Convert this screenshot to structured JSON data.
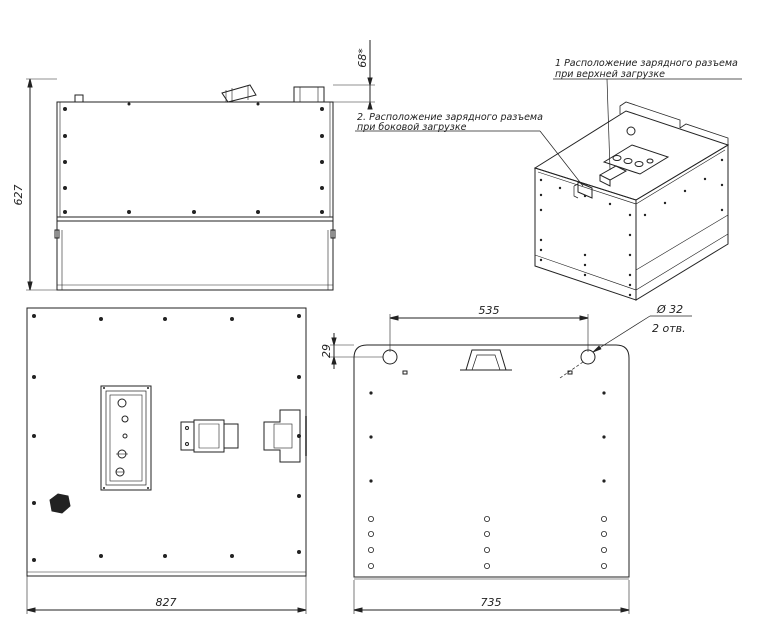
{
  "annotations": {
    "charge_top_line1": "1 Расположение зарядного разъема",
    "charge_top_line2": "при верхней загрузке",
    "charge_side_line1": "2. Расположение зарядного разъема",
    "charge_side_line2": "при боковой загрузке"
  },
  "dimensions": {
    "height_total": "627",
    "top_protrusion": "68*",
    "width_front": "827",
    "width_side": "735",
    "hole_spacing": "535",
    "hole_offset": "29",
    "hole_diameter": "Ø 32",
    "hole_count": "2 отв."
  },
  "colors": {
    "line": "#222222",
    "hatch": "#888888"
  }
}
